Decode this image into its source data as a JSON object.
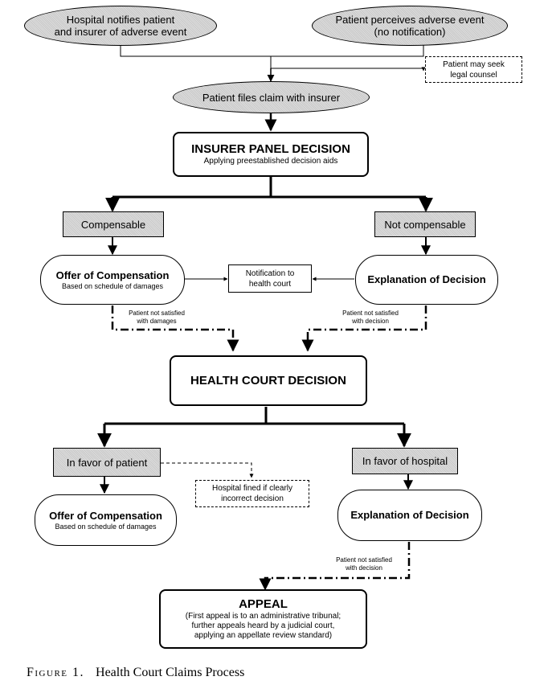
{
  "nodes": {
    "hospital_notifies": "Hospital notifies patient and insurer of adverse event",
    "hospital_notifies_l1": "Hospital notifies patient",
    "hospital_notifies_l2": "and insurer of adverse event",
    "patient_perceives_l1": "Patient perceives adverse event",
    "patient_perceives_l2": "(no notification)",
    "legal_counsel_l1": "Patient may seek",
    "legal_counsel_l2": "legal counsel",
    "files_claim": "Patient files claim with insurer",
    "insurer_panel_title": "INSURER PANEL DECISION",
    "insurer_panel_sub": "Applying preestablished decision aids",
    "compensable": "Compensable",
    "not_compensable": "Not compensable",
    "offer1_title": "Offer of Compensation",
    "offer1_sub": "Based on schedule of damages",
    "notification_l1": "Notification to",
    "notification_l2": "health court",
    "explanation1": "Explanation of Decision",
    "health_court": "HEALTH COURT DECISION",
    "favor_patient": "In favor of patient",
    "favor_hospital": "In favor of hospital",
    "fined_l1": "Hospital fined if clearly",
    "fined_l2": "incorrect decision",
    "offer2_title": "Offer of Compensation",
    "offer2_sub": "Based on schedule of damages",
    "explanation2": "Explanation of Decision",
    "appeal_title": "APPEAL",
    "appeal_l1": "(First appeal is to an administrative tribunal;",
    "appeal_l2": "further appeals heard by a judicial court,",
    "appeal_l3": "applying an appellate review standard)"
  },
  "edge_labels": {
    "not_satisfied_damages_l1": "Patient not satisfied",
    "not_satisfied_damages_l2": "with damages",
    "not_satisfied_decision1_l1": "Patient not satisfied",
    "not_satisfied_decision1_l2": "with decision",
    "not_satisfied_decision2_l1": "Patient not satisfied",
    "not_satisfied_decision2_l2": "with decision"
  },
  "caption": {
    "figure": "Figure 1.",
    "title": "Health Court Claims Process"
  }
}
